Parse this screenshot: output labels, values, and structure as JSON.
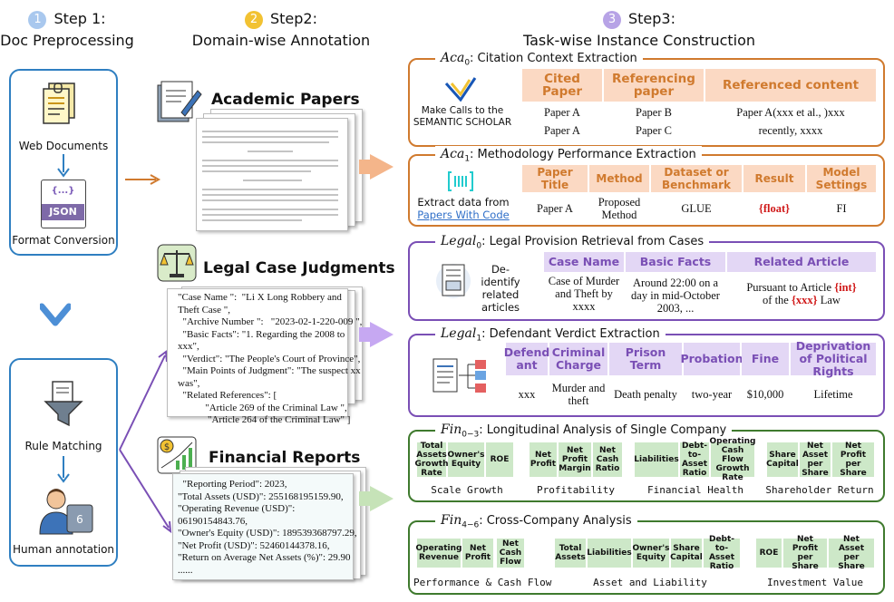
{
  "steps": {
    "step1": {
      "num": "1",
      "title": "Step 1:",
      "subtitle": "Doc Preprocessing"
    },
    "step2": {
      "num": "2",
      "title": "Step2:",
      "subtitle": "Domain-wise Annotation"
    },
    "step3": {
      "num": "3",
      "title": "Step3:",
      "subtitle": "Task-wise Instance Construction"
    }
  },
  "left": {
    "web_documents": "Web Documents",
    "format_conversion": "Format Conversion",
    "json_label": "JSON",
    "json_braces": "{...}",
    "rule_matching": "Rule Matching",
    "human_annotation": "Human annotation"
  },
  "domains": {
    "academic": "Academic Papers",
    "legal": "Legal Case Judgments",
    "financial": "Financial Reports"
  },
  "legal_json": [
    "\"Case Name \":  \"Li X Long Robbery and",
    "Theft Case \",",
    "  \"Archive Number \":   \"2023-02-1-220-009 \",",
    "  \"Basic Facts\": \"1. Regarding the 2008 to",
    "xxx\",",
    "  \"Verdict\": \"The People's Court of Province\",",
    "  \"Main Points of Judgment\": \"The suspect xx",
    "was\",",
    "  \"Related References\": [",
    "           \"Article 269 of the Criminal Law \",",
    "            \"Article 264 of the Criminal Law\" ]"
  ],
  "fin_json": [
    "  \"Reporting Period\": 2023,",
    "\"Total Assets (USD)\": 255168195159.90,",
    "\"Operating Revenue (USD)\":",
    "06190154843.76,",
    "\"Owner's Equity (USD)\": 189539368797.29,",
    "\"Net Profit (USD)\": 52460144378.16,",
    "\"Return on Average Net Assets (%)\": 29.90",
    "......"
  ],
  "aca0": {
    "sym": "Aca",
    "sub": "0",
    "title": ": Citation Context Extraction",
    "left": "Make Calls to the SEMANTIC SCHOLAR",
    "headers": [
      "Cited Paper",
      "Referencing paper",
      "Referenced content"
    ],
    "rows": [
      [
        "Paper A",
        "Paper B",
        "Paper A(xxx et al., )xxx"
      ],
      [
        "Paper A",
        "Paper C",
        "recently, xxxx"
      ]
    ]
  },
  "aca1": {
    "sym": "Aca",
    "sub": "1",
    "title": ": Methodology Performance Extraction",
    "left": "Extract data from",
    "left_link": "Papers With Code",
    "headers": [
      "Paper Title",
      "Method",
      "Dataset or Benchmark",
      "Result",
      "Model Settings"
    ],
    "row": [
      "Paper A",
      "Proposed Method",
      "GLUE",
      "{float}",
      "FI"
    ]
  },
  "legal0": {
    "sym": "Legal",
    "sub": "0",
    "title": ": Legal Provision Retrieval from Cases",
    "left": "De-identify related articles",
    "headers": [
      "Case Name",
      "Basic Facts",
      "Related Article"
    ],
    "row": [
      "Case of Murder and Theft by xxxx",
      "Around 22:00 on a day in mid-October 2003, ..."
    ],
    "article_prefix": "Pursuant to Article ",
    "article_int": "{int}",
    "article_of": "of the ",
    "article_xxx": "{xxx}",
    "article_law": " Law"
  },
  "legal1": {
    "sym": "Legal",
    "sub": "1",
    "title": ": Defendant Verdict Extraction",
    "headers": [
      "Defend ant",
      "Criminal Charge",
      "Prison Term",
      "Probation",
      "Fine",
      "Deprivation of Political Rights"
    ],
    "row": [
      "xxx",
      "Murder and theft",
      "Death penalty",
      "two-year",
      "$10,000",
      "Lifetime"
    ]
  },
  "fin03": {
    "sym": "Fin",
    "sub": "0−3",
    "title": ": Longitudinal Analysis of Single Company",
    "groups": [
      {
        "name": "Scale Growth",
        "chips": [
          "Total Assets Growth Rate",
          "Owner's Equity",
          "ROE"
        ]
      },
      {
        "name": "Profitability",
        "chips": [
          "Net Profit",
          "Net Profit Margin",
          "Net Cash Ratio"
        ]
      },
      {
        "name": "Financial Health",
        "chips": [
          "Liabilities",
          "Debt-to-Asset Ratio",
          "Operating Cash Flow Growth Rate"
        ]
      },
      {
        "name": "Shareholder Return",
        "chips": [
          "Share Capital",
          "Net Asset per Share",
          "Net Profit per Share"
        ]
      }
    ]
  },
  "fin46": {
    "sym": "Fin",
    "sub": "4−6",
    "title": ": Cross-Company Analysis",
    "groups": [
      {
        "name": "Performance & Cash Flow",
        "chips": [
          "Operating Revenue",
          "Net Profit",
          "Net Cash Flow"
        ]
      },
      {
        "name": "Asset and Liability",
        "chips": [
          "Total Assets",
          "Liabilities",
          "Owner's Equity",
          "Share Capital",
          "Debt-to-Asset Ratio"
        ]
      },
      {
        "name": "Investment Value",
        "chips": [
          "ROE",
          "Net Profit per Share",
          "Net Asset per Share"
        ]
      }
    ]
  },
  "colors": {
    "step1": "#a9c8ee",
    "step2": "#f2c232",
    "step3": "#b7a3e6",
    "aca": "#d07a2e",
    "legal": "#7a4fb5",
    "fin": "#3f7a2e",
    "blue": "#2f7fc1",
    "header_orange": "#fbd9c3",
    "header_purple": "#e3d7f5",
    "chip_green": "#cde8c8"
  }
}
